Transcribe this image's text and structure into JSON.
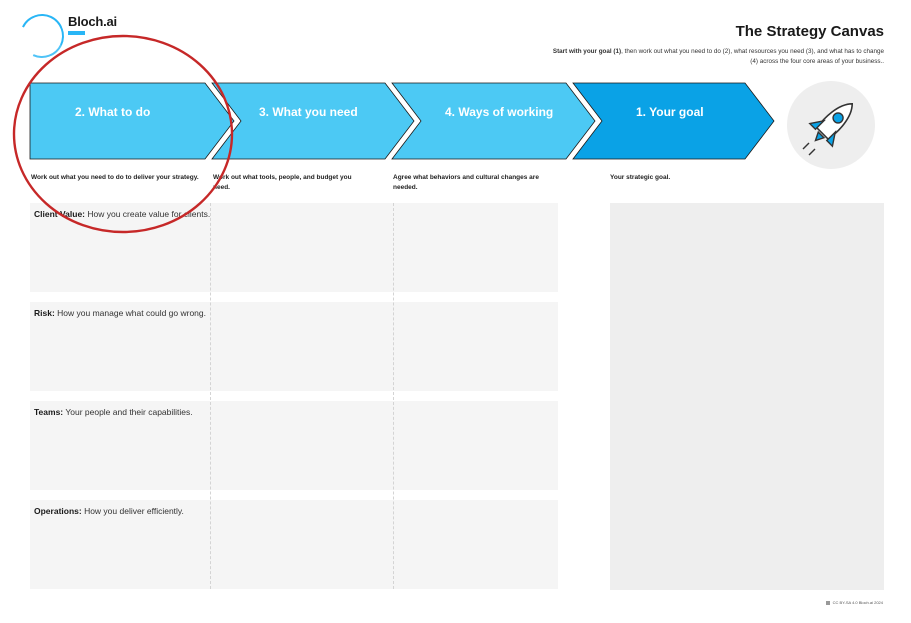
{
  "brand": {
    "name": "Bloch.ai"
  },
  "title": "The Strategy Canvas",
  "subtitle": {
    "lead": "Start with your goal (1)",
    "rest": ", then work out what you need to do (2), what resources you need (3), and what has to change (4) across the four core areas of your business.."
  },
  "colors": {
    "light_blue": "#4cc9f4",
    "dark_blue": "#0aa2e6",
    "grid": "#f5f5f5",
    "annotation_red": "#c62828"
  },
  "steps": [
    {
      "label": "2. What to do",
      "desc": "Work out what you need to do to deliver your strategy."
    },
    {
      "label": "3. What you need",
      "desc": "Work out what tools, people, and budget you need."
    },
    {
      "label": "4. Ways of working",
      "desc": "Agree what behaviors and cultural changes are needed."
    },
    {
      "label": "1. Your goal",
      "desc": "Your strategic goal."
    }
  ],
  "rows": [
    {
      "title": "Client Value:",
      "text": " How you create value for clients."
    },
    {
      "title": "Risk:",
      "text": " How you manage what could go wrong."
    },
    {
      "title": "Teams:",
      "text": " Your people and their capabilities."
    },
    {
      "title": "Operations:",
      "text": " How you deliver efficiently."
    }
  ],
  "icons": {
    "logo": "bloch-logo-circle-icon",
    "rocket": "rocket-icon",
    "footer": "license-icon"
  },
  "footer": "CC BY-SA 4.0 Bloch.ai 2024"
}
